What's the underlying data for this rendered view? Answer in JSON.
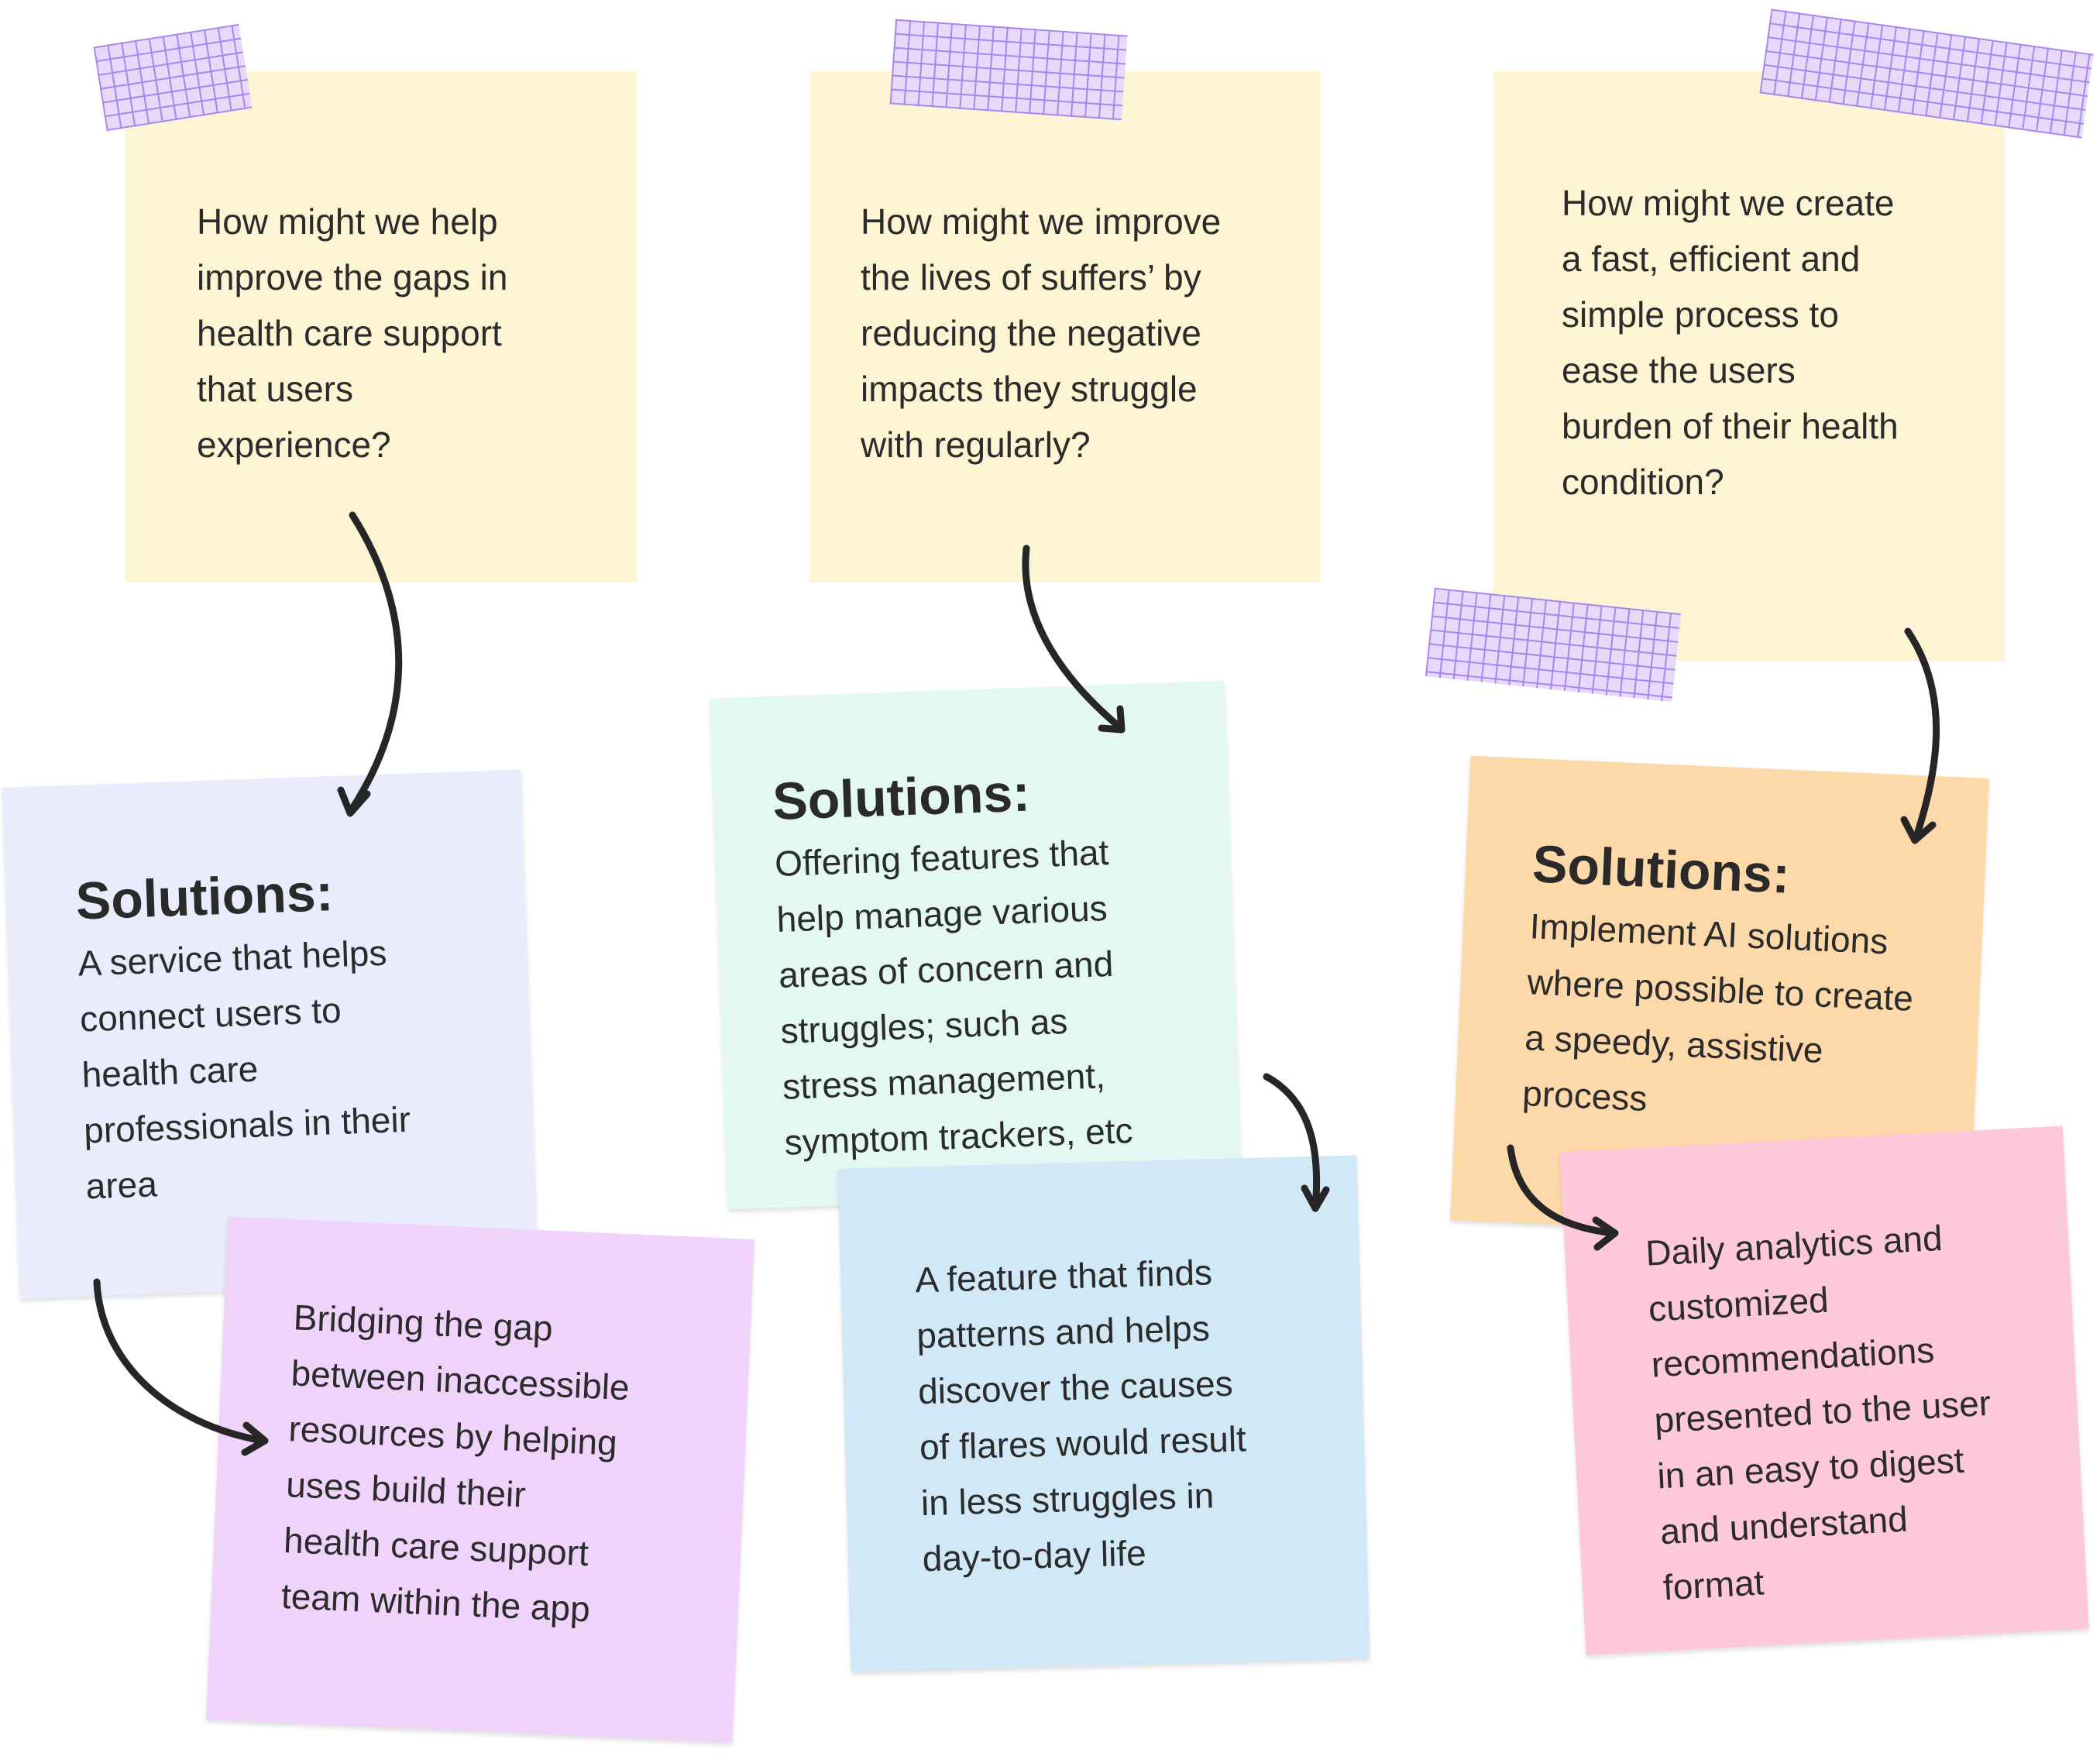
{
  "questions": [
    {
      "text": "How might we help\nimprove the gaps in\nhealth care support\nthat users\nexperience?",
      "color": "#fdf4d3"
    },
    {
      "text": "How might we improve\nthe lives of suffers’ by\nreducing the negative\nimpacts they struggle\nwith regularly?",
      "color": "#fdf4d3"
    },
    {
      "text": "How might we create\na fast, efficient and\nsimple process to\nease the users\nburden of their health\ncondition?",
      "color": "#fdf4d3"
    }
  ],
  "solutions": [
    {
      "heading": "Solutions:",
      "text": "A service that helps\nconnect users to\nhealth care\nprofessionals in their\narea",
      "color": "#e9ecfd"
    },
    {
      "heading": "Solutions:",
      "text": "Offering features that\nhelp manage various\nareas of concern and\nstruggles; such as\nstress management,\nsymptom trackers, etc",
      "color": "#e3f8f3"
    },
    {
      "heading": "Solutions:",
      "text": "Implement AI solutions\nwhere possible to create\na speedy, assistive\nprocess",
      "color": "#fdd8a8"
    }
  ],
  "details": [
    {
      "text": "Bridging the gap\nbetween inaccessible\nresources by helping\nuses build their\nhealth care support\nteam within the app",
      "color": "#efd3fa"
    },
    {
      "text": "A feature that finds\npatterns and helps\ndiscover the causes\nof flares would result\nin less struggles in\nday-to-day life",
      "color": "#d1e8f7"
    },
    {
      "text": "Daily analytics and\ncustomized\nrecommendations\npresented to the user\nin an easy to digest\nand understand\nformat",
      "color": "#fdc8d8"
    }
  ],
  "colors": {
    "tape": "#a77ef0",
    "arrow": "#262626"
  }
}
